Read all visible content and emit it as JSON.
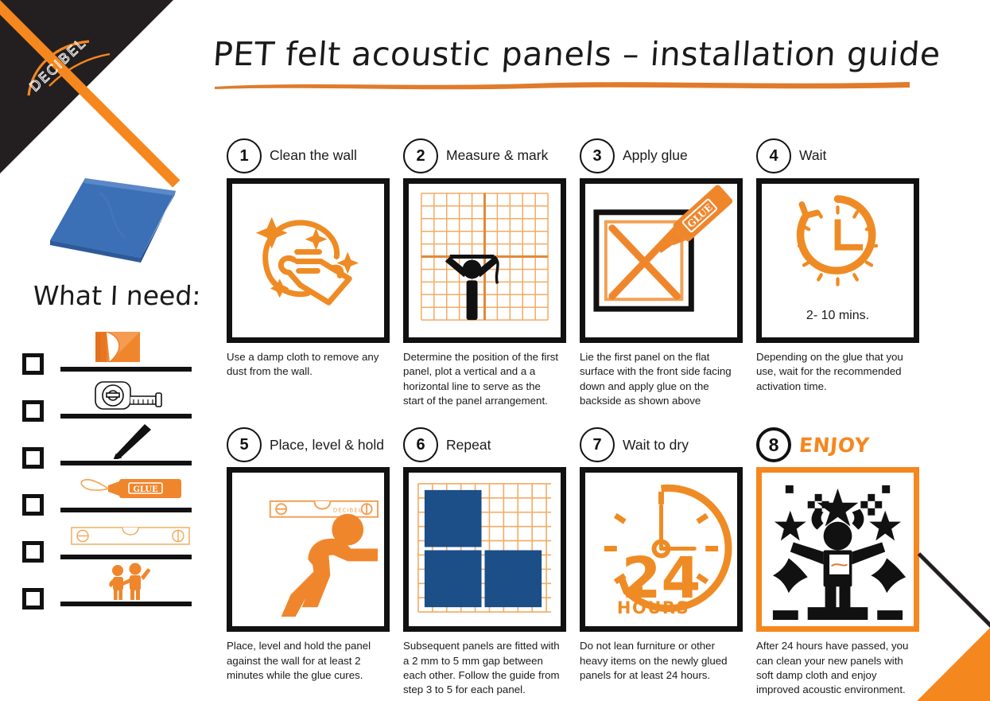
{
  "brand": {
    "logo_text": "DECIBEL"
  },
  "header": {
    "title": "PET felt acoustic panels – installation guide"
  },
  "colors": {
    "accent_orange": "#f5871f",
    "panel_blue": "#1c4e87",
    "dark": "#231f20",
    "grid_orange": "#f0a755"
  },
  "materials": {
    "heading": "What I need:",
    "items": [
      {
        "icon": "cloth-icon",
        "label": "cloth"
      },
      {
        "icon": "tape-measure-icon",
        "label": "tape measure"
      },
      {
        "icon": "pencil-icon",
        "label": "pencil"
      },
      {
        "icon": "glue-tube-icon",
        "label": "glue"
      },
      {
        "icon": "spirit-level-icon",
        "label": "spirit level"
      },
      {
        "icon": "two-people-icon",
        "label": "two people"
      }
    ]
  },
  "steps": [
    {
      "number": "1",
      "label": "Clean the wall",
      "icon": "hand-with-cloth-sparkle-icon",
      "caption": "Use a damp cloth to remove any dust from the wall."
    },
    {
      "number": "2",
      "label": "Measure & mark",
      "icon": "person-marking-grid-icon",
      "caption": "Determine the position of the first panel, plot a vertical and a a horizontal line to serve as the start of the panel arrangement."
    },
    {
      "number": "3",
      "label": "Apply glue",
      "icon": "glue-tube-on-panel-icon",
      "caption": "Lie the first panel on the flat surface with the front side facing down and apply glue on the backside as shown above"
    },
    {
      "number": "4",
      "label": "Wait",
      "icon": "clock-arrow-icon",
      "inline_text": "2- 10 mins.",
      "caption": "Depending on the glue that you use, wait for the recommended activation time."
    },
    {
      "number": "5",
      "label": "Place, level & hold",
      "icon": "person-pushing-panel-icon",
      "caption": "Place, level and hold the panel against the wall for at least 2 minutes while the glue cures."
    },
    {
      "number": "6",
      "label": "Repeat",
      "icon": "panels-on-grid-icon",
      "caption": "Subsequent panels are fitted with a 2 mm to 5 mm gap between each other. Follow the guide from step 3 to 5 for each panel."
    },
    {
      "number": "7",
      "label": "Wait to dry",
      "icon": "clock-24-hours-icon",
      "inline_text": "24",
      "inline_subtext": "HOURS",
      "caption": "Do not lean furniture or other heavy items on the newly glued panels for at least 24 hours."
    },
    {
      "number": "8",
      "label": "ENJOY",
      "icon": "celebration-person-icon",
      "caption": "After 24 hours have passed, you can clean your new panels with soft damp cloth and enjoy improved acoustic environment."
    }
  ]
}
